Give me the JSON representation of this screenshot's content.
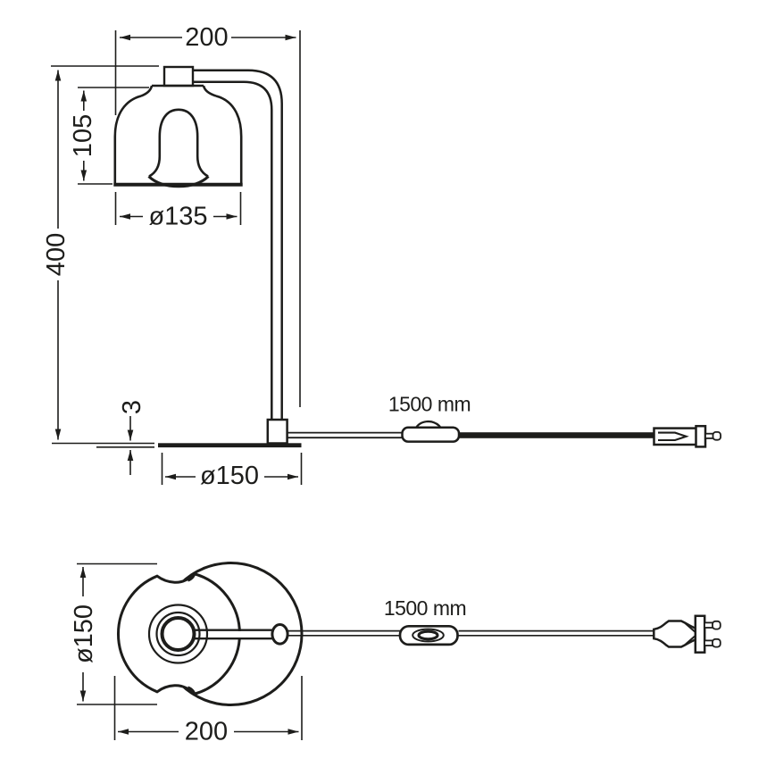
{
  "colors": {
    "line": "#1d1d1b",
    "background": "#ffffff"
  },
  "side_view": {
    "overall_width": "200",
    "shade_height": "105",
    "shade_diameter": "ø135",
    "overall_height": "400",
    "base_thickness": "3",
    "base_diameter": "ø150",
    "cable_length": "1500 mm"
  },
  "top_view": {
    "base_diameter": "ø150",
    "overall_width": "200",
    "cable_length": "1500 mm"
  }
}
